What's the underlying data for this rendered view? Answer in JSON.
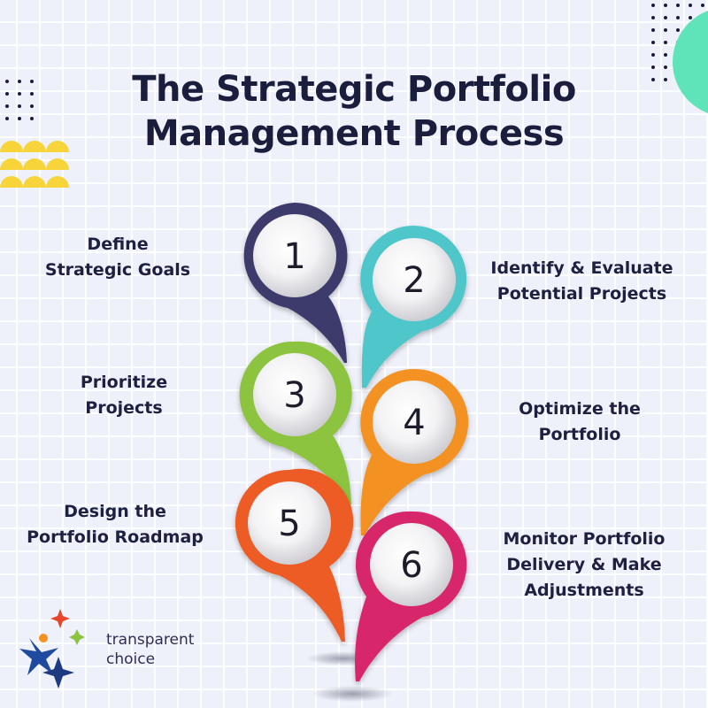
{
  "title_line1": "The Strategic Portfolio",
  "title_line2": "Management Process",
  "steps": [
    {
      "number": "1",
      "label_lines": [
        "Define",
        "Strategic Goals"
      ],
      "color": "#3c3a6c"
    },
    {
      "number": "2",
      "label_lines": [
        "Identify & Evaluate",
        "Potential Projects"
      ],
      "color": "#4fc6c9"
    },
    {
      "number": "3",
      "label_lines": [
        "Prioritize",
        "Projects"
      ],
      "color": "#8cc43f"
    },
    {
      "number": "4",
      "label_lines": [
        "Optimize the",
        "Portfolio"
      ],
      "color": "#f39222"
    },
    {
      "number": "5",
      "label_lines": [
        "Design the",
        "Portfolio Roadmap"
      ],
      "color": "#ee5b25"
    },
    {
      "number": "6",
      "label_lines": [
        "Monitor Portfolio",
        "Delivery & Make",
        "Adjustments"
      ],
      "color": "#d8276a"
    }
  ],
  "brand": {
    "line1": "transparent",
    "line2": "choice"
  },
  "colors": {
    "background": "#eef0fa",
    "title": "#1b1d3d",
    "accent_yellow": "#f7d43a",
    "accent_mint": "#5fe3b8"
  }
}
